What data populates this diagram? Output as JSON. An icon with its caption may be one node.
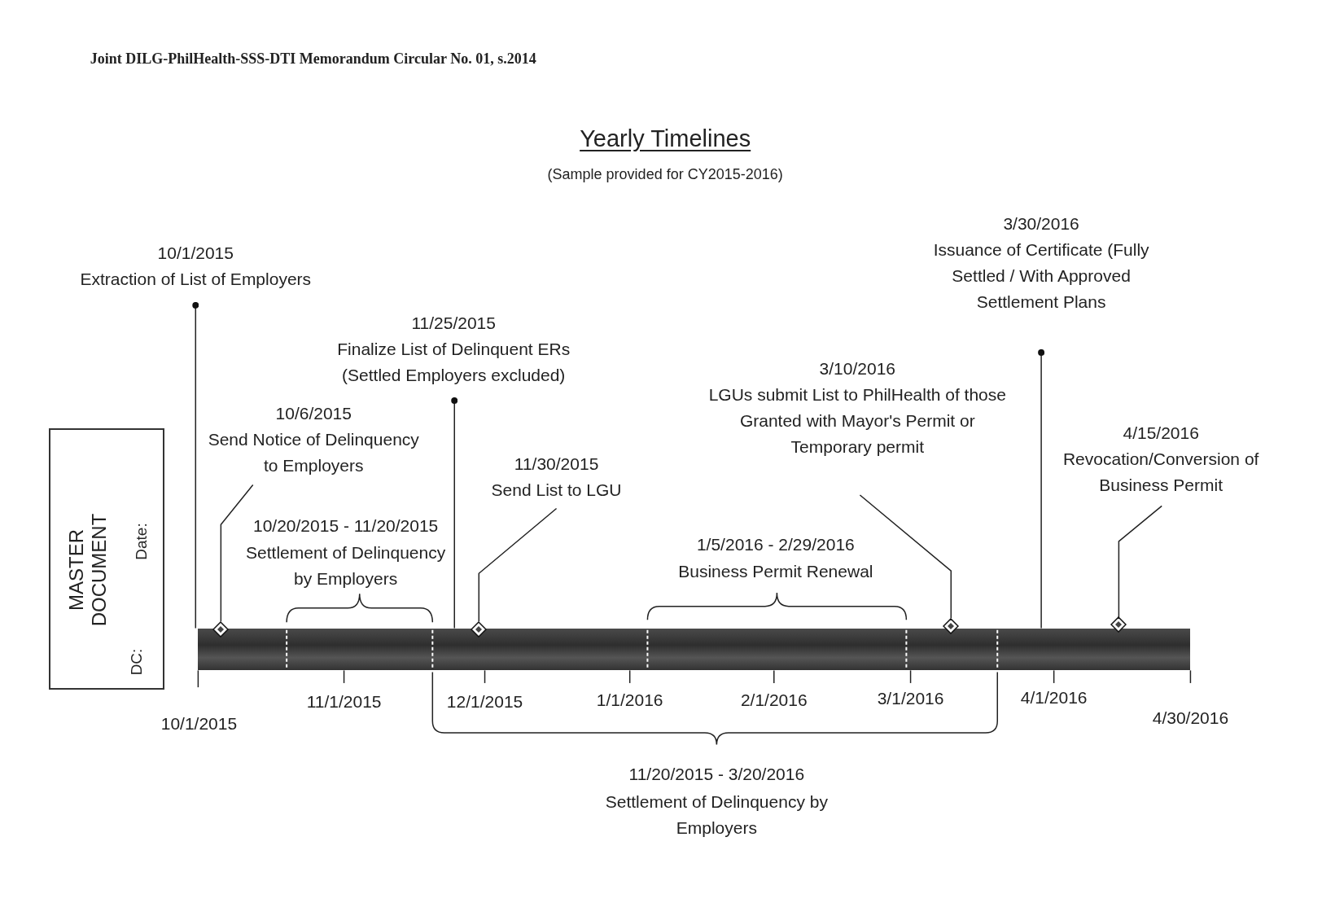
{
  "diagram": {
    "title": "Yearly Timelines",
    "nodes": [
      {
        "text": [
          "10/1/2015",
          "Extraction of List of Employers"
        ]
      },
      {
        "text": [
          "11/25/2015",
          "Finalize List of Delinquent ERs (Settled Employers excluded)"
        ]
      },
      {
        "text": [
          "10/6/2015",
          "Send Notice of Delinquency to Employers"
        ]
      },
      {
        "text": [
          "11/30/2015",
          "Send List to LGU"
        ]
      },
      {
        "text": [
          "3/10/2016",
          "LGUs submit List to PhilHealth of those Granted with Mayor's Permit or Temporary permit"
        ]
      },
      {
        "text": [
          "3/30/2016",
          "Issuance of Certificate (Fully Settled / With Approved Settlement Plans"
        ]
      },
      {
        "text": [
          "4/15/2016",
          "Revocation/Conversion of Business Permit"
        ]
      },
      {
        "text": [],
        "shape": "bar"
      },
      {
        "text": [],
        "shape": "diamond"
      },
      {
        "text": [],
        "shape": "diamond"
      },
      {
        "text": [],
        "shape": "diamond"
      },
      {
        "text": [],
        "shape": "diamond"
      }
    ],
    "edges": [
      {
        "from": 0,
        "to": 7,
        "arrow": "other"
      },
      {
        "from": 1,
        "to": 7,
        "arrow": "other"
      },
      {
        "from": 2,
        "to": 8,
        "arrow": "none"
      },
      {
        "from": 3,
        "to": 9,
        "arrow": "none"
      },
      {
        "from": 4,
        "to": 10,
        "arrow": "none"
      },
      {
        "from": 5,
        "to": 7,
        "arrow": "other"
      },
      {
        "from": 6,
        "to": 11,
        "arrow": "none"
      }
    ],
    "labels": [
      "Joint DILG-PhilHealth-SSS-DTI Memorandum Circular No. 01, s.2014",
      "(Sample provided for CY2015-2016)",
      "10/20/2015 - 11/20/2015",
      "Settlement of Delinquency by Employers",
      "1/5/2016 - 2/29/2016",
      "Business Permit Renewal",
      "MASTER DOCUMENT",
      "DC:",
      "Date:",
      "11/1/2015",
      "12/1/2015",
      "1/1/2016",
      "2/1/2016",
      "3/1/2016",
      "4/1/2016",
      "4/30/2016",
      "10/1/2015",
      "11/20/2015 - 3/20/2016",
      "Settlement of Delinquency by Employers"
    ]
  }
}
